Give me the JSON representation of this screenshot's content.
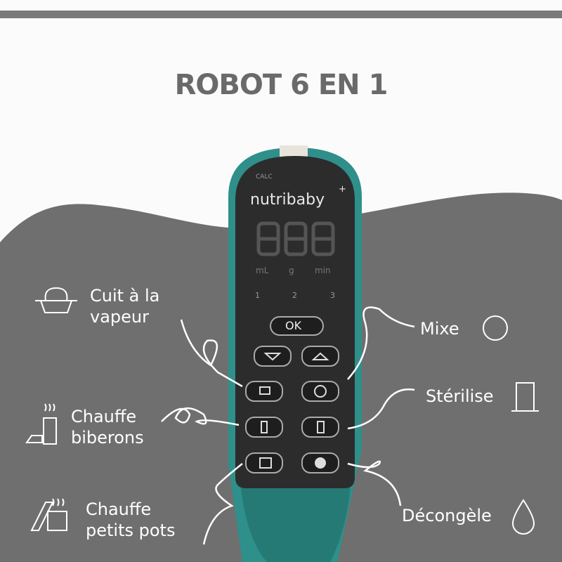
{
  "title": "ROBOT 6 EN 1",
  "device": {
    "brand": "nutribaby",
    "brand_mark": "+",
    "calc": "CALC",
    "display": "888",
    "units": [
      "mL",
      "g",
      "min"
    ],
    "indicators": [
      "1",
      "2",
      "3"
    ],
    "ok_label": "OK"
  },
  "features": {
    "steam": {
      "line1": "Cuit à la",
      "line2": "vapeur",
      "icon": "steam-basket-icon"
    },
    "bottle": {
      "line1": "Chauffe",
      "line2": "biberons",
      "icon": "bottle-warmer-icon"
    },
    "jars": {
      "line1": "Chauffe",
      "line2": "petits pots",
      "icon": "jar-warmer-icon"
    },
    "mix": {
      "label": "Mixe",
      "icon": "blend-icon"
    },
    "sterilise": {
      "label": "Stérilise",
      "icon": "sterilise-icon"
    },
    "defrost": {
      "label": "Décongèle",
      "icon": "defrost-icon"
    }
  },
  "colors": {
    "teal": "#2f8f8a",
    "gray": "#6f6f6f",
    "face": "#2c2c2c",
    "title": "#6a6a6a"
  }
}
